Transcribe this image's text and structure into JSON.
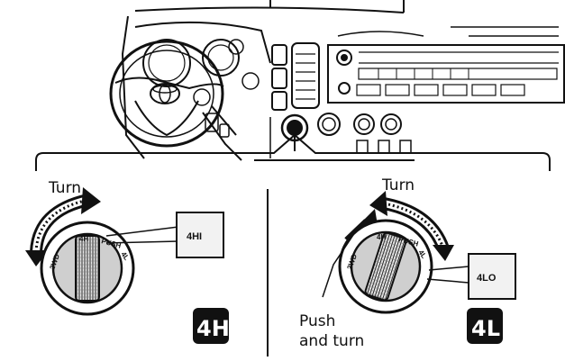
{
  "left_panel": {
    "turn_label": "Turn",
    "dial_positions": [
      "2WD",
      "4H",
      "PUSH",
      "4L"
    ],
    "indicator": "4HI",
    "badge": "4H"
  },
  "right_panel": {
    "turn_label": "Turn",
    "push_line1": "Push",
    "push_line2": "and turn",
    "dial_positions": [
      "2WD",
      "4H",
      "PUSH",
      "4L"
    ],
    "indicator": "4LO",
    "badge": "4L"
  },
  "colors": {
    "ink": "#111111",
    "knob_fill": "#c8c8c8",
    "indicator_box": "#e9e9e9",
    "badge": "#111111"
  }
}
